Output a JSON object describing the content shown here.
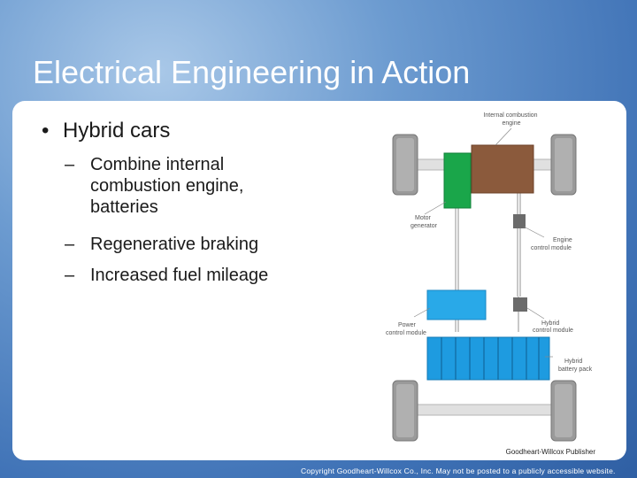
{
  "slide": {
    "title": "Electrical Engineering in Action",
    "bullet": "Hybrid cars",
    "sub_bullets": [
      {
        "lines": [
          "Combine internal",
          "combustion engine,",
          "batteries"
        ]
      },
      {
        "lines": [
          "Regenerative braking"
        ]
      },
      {
        "lines": [
          "Increased fuel mileage"
        ]
      }
    ]
  },
  "diagram": {
    "labels": {
      "engine": [
        "Internal combustion",
        "engine"
      ],
      "motor": [
        "Motor",
        "generator"
      ],
      "ecm": [
        "Engine",
        "control module"
      ],
      "pcm": [
        "Power",
        "control module"
      ],
      "hcm": [
        "Hybrid",
        "control module"
      ],
      "battery": [
        "Hybrid",
        "battery pack"
      ]
    },
    "credit": "Goodheart-Willcox Publisher",
    "colors": {
      "engine": "#8b5a3c",
      "motor": "#1aa64a",
      "power_module": "#29a9e8",
      "battery": "#1e9be0",
      "module": "#6b6b6b",
      "wheel": "#9a9a9a"
    }
  },
  "footer": {
    "copyright": "Copyright Goodheart-Willcox Co., Inc.  May not be posted to a publicly accessible website."
  }
}
